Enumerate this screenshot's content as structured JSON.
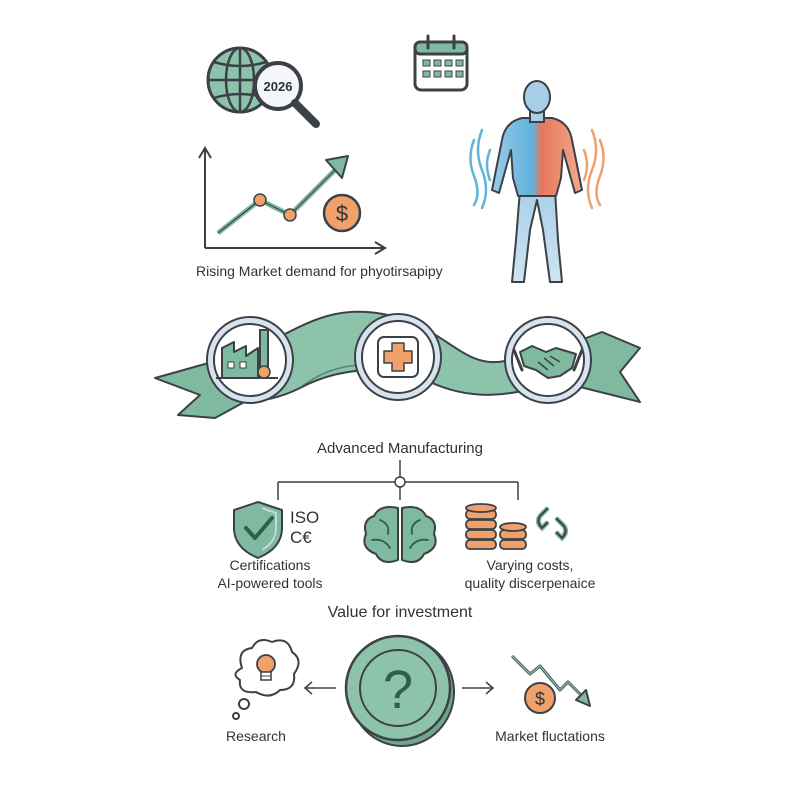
{
  "top": {
    "globe_year": "2026",
    "trend_caption": "Rising Market demand for phyotirsapipy"
  },
  "ribbon": {
    "caption": "Advanced Manufacturing"
  },
  "branches": {
    "cert_line1": "ISO",
    "cert_line2": "C€",
    "left_caption_1": "Certifications",
    "left_caption_2": "AI-powered tools",
    "right_caption_1": "Varying costs,",
    "right_caption_2": "quality discerpenaice"
  },
  "value": {
    "title": "Value for investment",
    "question": "?",
    "left_label": "Research",
    "right_label": "Market fluctations",
    "dollar": "$"
  },
  "colors": {
    "green": "#7fb99f",
    "green_dark": "#2f5e4f",
    "blue_ring": "#a9c3dd",
    "orange": "#f0a06a",
    "blue_body": "#5fb3dc",
    "red_body": "#e8775a",
    "outline": "#3c4147"
  }
}
